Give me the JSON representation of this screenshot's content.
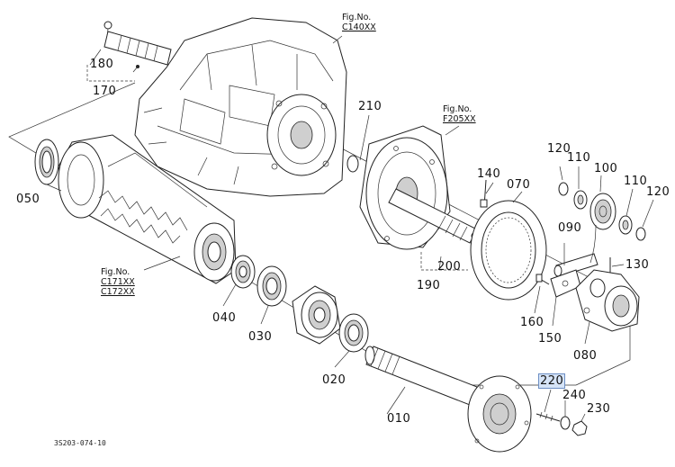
{
  "parts": {
    "p180": "180",
    "p170": "170",
    "p210": "210",
    "p140": "140",
    "p070": "070",
    "p120a": "120",
    "p110a": "110",
    "p100": "100",
    "p110b": "110",
    "p120b": "120",
    "p050": "050",
    "p090": "090",
    "p130": "130",
    "p200": "200",
    "p190": "190",
    "p040": "040",
    "p030": "030",
    "p160": "160",
    "p150": "150",
    "p080": "080",
    "p020": "020",
    "p220": "220",
    "p240": "240",
    "p230": "230",
    "p010": "010"
  },
  "figrefs": {
    "c140": {
      "label": "Fig.No.",
      "code": "C140XX"
    },
    "f205": {
      "label": "Fig.No.",
      "code": "F205XX"
    },
    "c171": {
      "label": "Fig.No.",
      "code1": "C171XX",
      "code2": "C172XX"
    }
  },
  "drawing_code": "3S203-074-10",
  "highlight_color": "#d6e4f7"
}
